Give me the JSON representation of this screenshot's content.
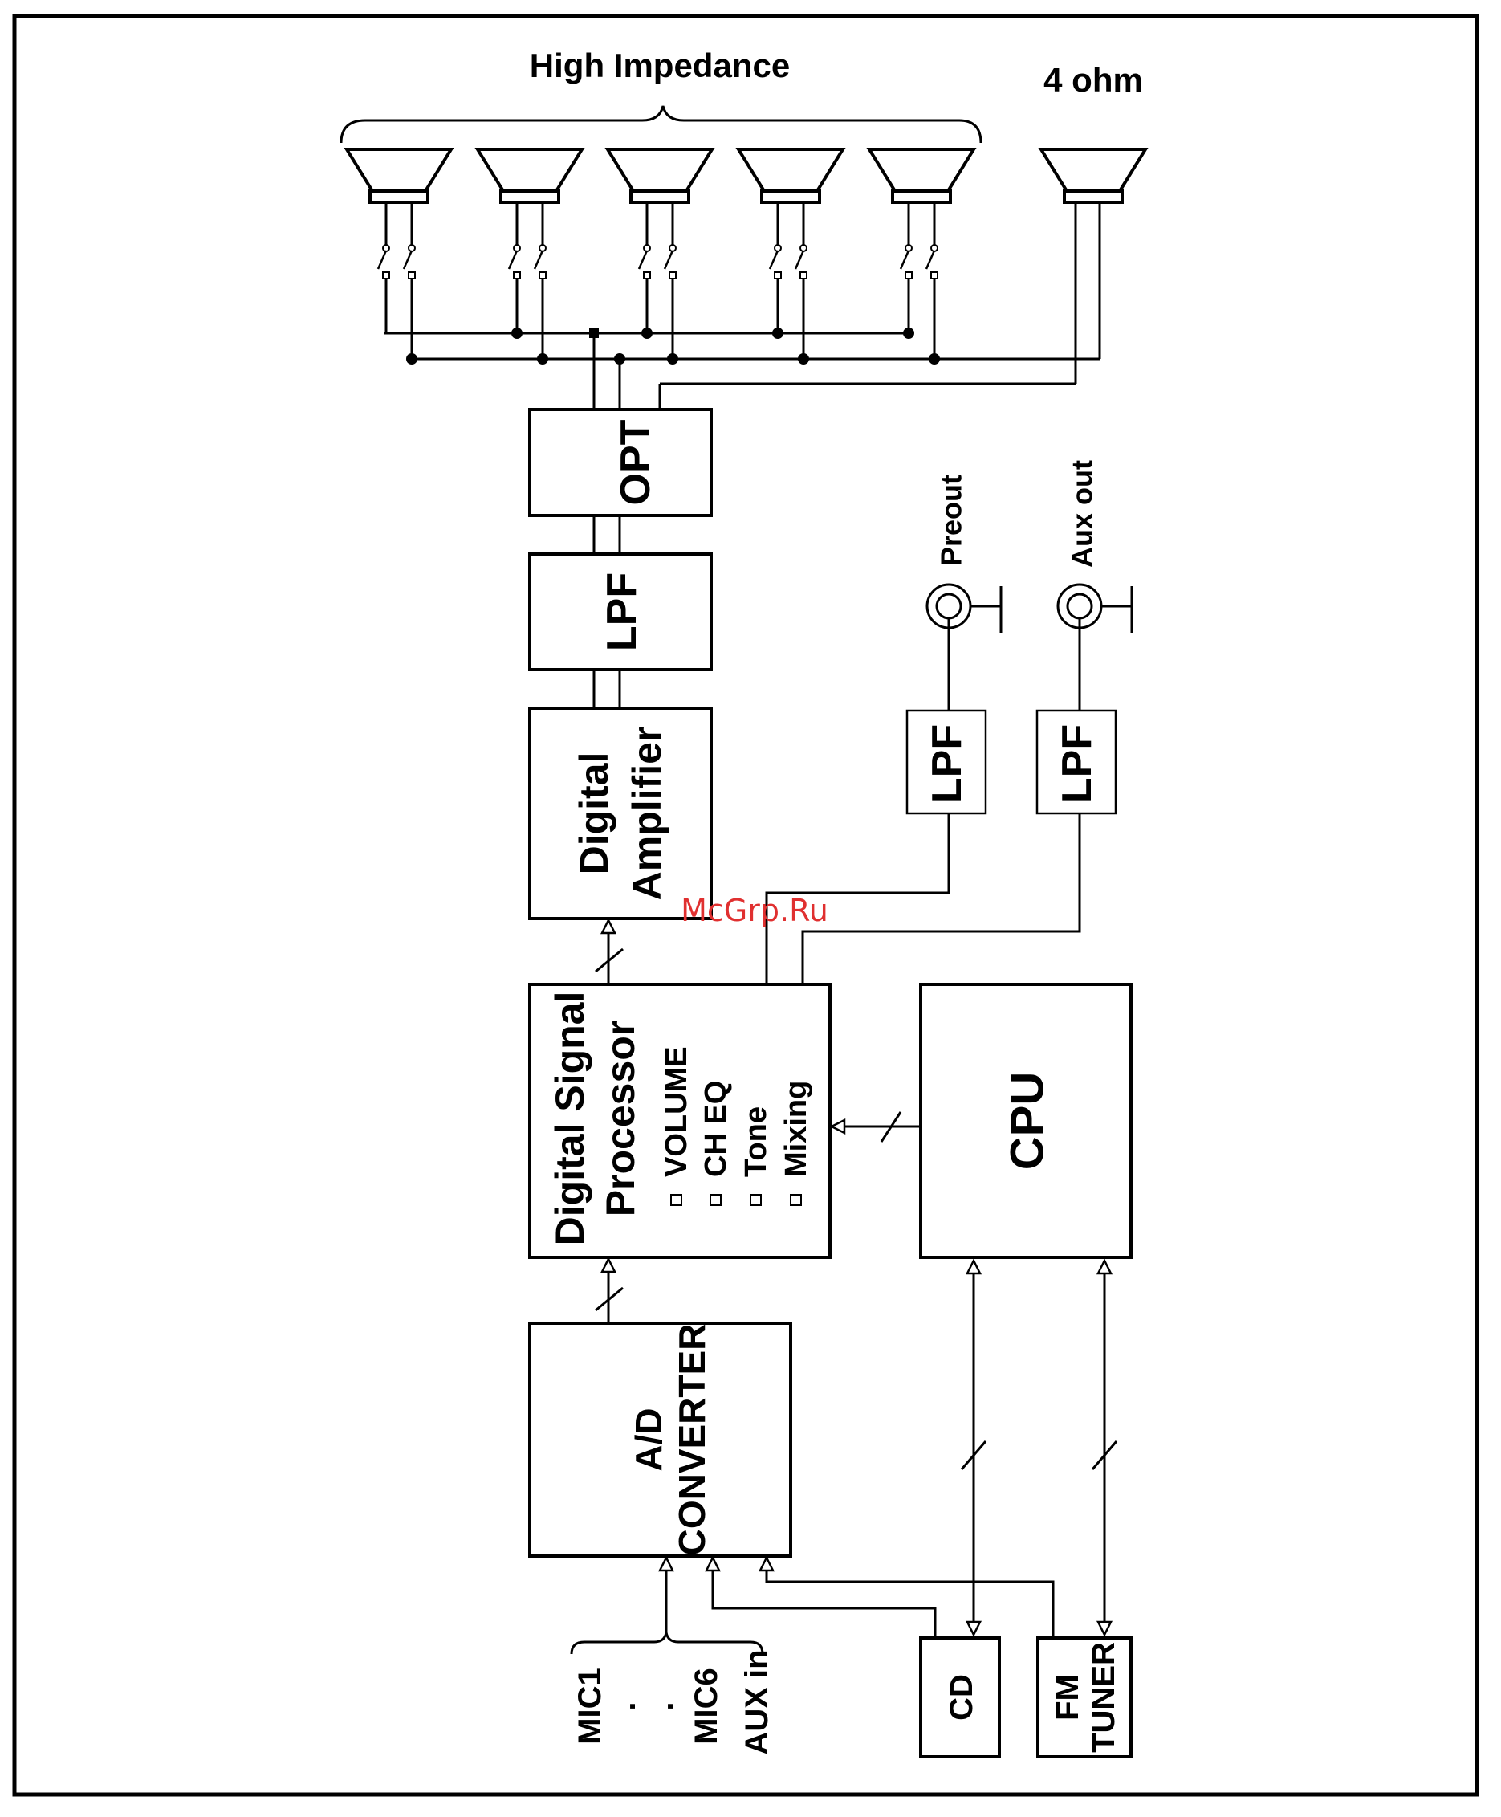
{
  "labels": {
    "high_impedance": "High Impedance",
    "four_ohm": "4 ohm",
    "opt": "OPT",
    "lpf_main": "LPF",
    "digital_amplifier_line1": "Digital",
    "digital_amplifier_line2": "Amplifier",
    "preout": "Preout",
    "aux_out": "Aux out",
    "lpf_preout": "LPF",
    "lpf_auxout": "LPF",
    "dsp_line1": "Digital Signal",
    "dsp_line2": "Processor",
    "dsp_features": [
      "VOLUME",
      "CH EQ",
      "Tone",
      "Mixing"
    ],
    "cpu": "CPU",
    "ad_line1": "A/D",
    "ad_line2": "CONVERTER",
    "mic1": "MIC1",
    "mic6": "MIC6",
    "aux_in": "AUX in",
    "dots": ".",
    "cd": "CD",
    "fm_line1": "FM",
    "fm_line2": "TUNER"
  },
  "watermark": "McGrp.Ru",
  "colors": {
    "line": "#000000",
    "background": "#ffffff",
    "watermark": "#e03030"
  }
}
